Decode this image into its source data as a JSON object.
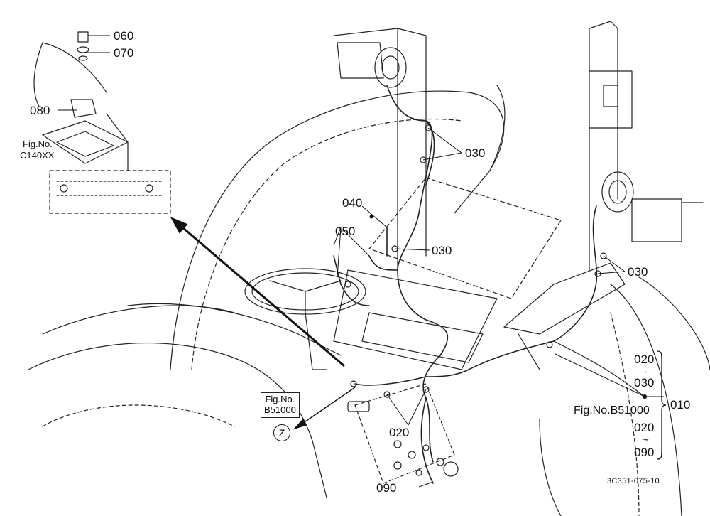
{
  "callouts": {
    "p060": "060",
    "p070": "070",
    "p080": "080",
    "p030_a": "030",
    "p040": "040",
    "p050": "050",
    "p030_b": "030",
    "p030_c": "030",
    "p020": "020",
    "p090": "090",
    "p010": "010"
  },
  "ref_c140": {
    "line1": "Fig.No.",
    "line2": "C140XX"
  },
  "ref_b51000_box": {
    "line1": "Fig.No.",
    "line2": "B51000",
    "marker": "Z"
  },
  "assembly_group": {
    "top_item": "020",
    "dot": "·",
    "second_item": "030",
    "fig_ref": "Fig.No.B51000",
    "range_start": "020",
    "tilde": "~",
    "range_end": "090"
  },
  "drawing_code": "3C351-075-10",
  "colors": {
    "ink": "#111111",
    "paper": "#ffffff"
  }
}
